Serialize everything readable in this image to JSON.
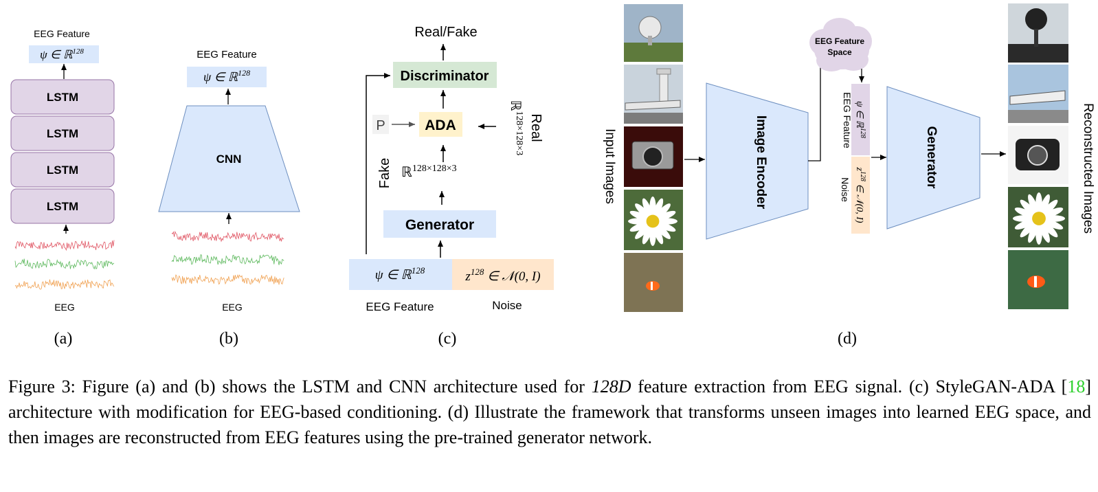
{
  "panel_a": {
    "feature_title": "EEG Feature",
    "psi": "ψ ∈ ℝ",
    "psi_sup": "128",
    "lstm_labels": [
      "LSTM",
      "LSTM",
      "LSTM",
      "LSTM"
    ],
    "eeg_label": "EEG",
    "tag": "(a)"
  },
  "panel_b": {
    "feature_title": "EEG Feature",
    "psi": "ψ ∈ ℝ",
    "psi_sup": "128",
    "cnn_label": "CNN",
    "eeg_label": "EEG",
    "tag": "(b)"
  },
  "panel_c": {
    "output_label": "Real/Fake",
    "discriminator": "Discriminator",
    "ada": "ADA",
    "p_label": "P",
    "real_label": "Real",
    "real_dim": "ℝ",
    "real_dim_sup": "128×128×3",
    "fake_label": "Fake",
    "fake_dim": "ℝ",
    "fake_dim_sup": "128×128×3",
    "generator": "Generator",
    "psi": "ψ ∈ ℝ",
    "psi_sup": "128",
    "z_label": "z",
    "z_sup": "128",
    "z_dist": " ∈ 𝒩(0, I)",
    "eeg_feature_label": "EEG Feature",
    "noise_label": "Noise",
    "tag": "(c)"
  },
  "panel_d": {
    "input_images_label": "Input Images",
    "image_encoder": "Image Encoder",
    "cloud_label_1": "EEG Feature",
    "cloud_label_2": "Space",
    "eeg_feature_label": "EEG Feature",
    "noise_label": "Noise",
    "psi": "ψ ∈ ℝ",
    "psi_sup": "128",
    "z_text": "z",
    "z_sup": "128",
    "z_dist": " ∈ 𝒩(0, I)",
    "generator": "Generator",
    "reconstructed_label": "Reconstructed Images",
    "tag": "(d)"
  },
  "colors": {
    "lstm_fill": "#e1d5e7",
    "lstm_stroke": "#9673a6",
    "blue_fill": "#dae8fc",
    "green_fill": "#d5e8d4",
    "yellow_fill": "#fff2cc",
    "orange_fill": "#ffe6cc",
    "cloud_fill": "#e1d5e7",
    "eeg_red": "#e05563",
    "eeg_green": "#5cb85c",
    "eeg_orange": "#f0a050",
    "ref_color": "#2bd02b"
  },
  "caption": {
    "p1": "Figure 3: Figure (a) and (b) shows the LSTM and CNN architecture used for ",
    "math1": "128D",
    "p2": " feature extraction from EEG signal. (c) StyleGAN-ADA [",
    "ref": "18",
    "p3": "] architecture with modification for EEG-based conditioning. (d) Illustrate the framework that transforms unseen images into learned EEG space, and then images are reconstructed from EEG features using the pre-trained generator network."
  }
}
